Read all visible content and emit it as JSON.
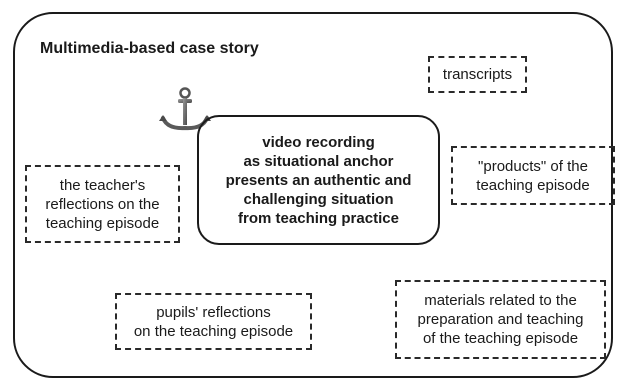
{
  "diagram": {
    "title": "Multimedia-based case story",
    "center": {
      "text": "video recording\nas situational anchor\npresents an authentic and\nchallenging situation\nfrom teaching practice",
      "icon": "anchor-icon"
    },
    "resources": {
      "transcripts": "transcripts",
      "products": "\"products\" of the\nteaching episode",
      "teacher_reflections": "the teacher's\nreflections on the\nteaching episode",
      "pupils_reflections": "pupils' reflections\non the teaching episode",
      "materials": "materials related to the\npreparation and teaching\nof the teaching episode"
    }
  }
}
